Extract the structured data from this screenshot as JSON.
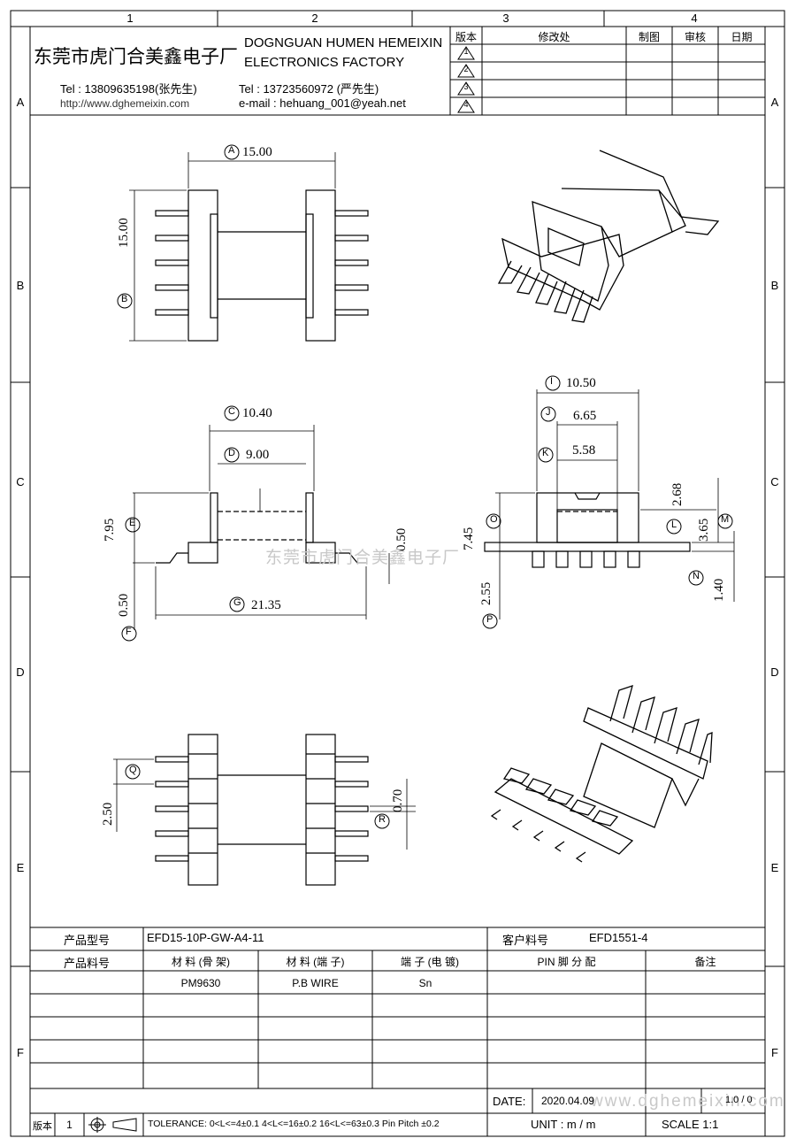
{
  "frame": {
    "columns": [
      "1",
      "2",
      "3",
      "4"
    ],
    "rows": [
      "A",
      "B",
      "C",
      "D",
      "E",
      "F"
    ]
  },
  "company": {
    "name_cn": "东莞市虎门合美鑫电子厂",
    "name_en_line1": "DOGNGUAN HUMEN HEMEIXIN",
    "name_en_line2": "ELECTRONICS FACTORY",
    "tel1": "Tel : 13809635198(张先生)",
    "url": "http://www.dghemeixin.com",
    "tel2": "Tel : 13723560972 (严先生)",
    "email": "e-mail : hehuang_001@yeah.net"
  },
  "revision_table": {
    "headers": [
      "版本",
      "修改处",
      "制图",
      "审核",
      "日期"
    ],
    "rows": [
      "1",
      "2",
      "3",
      "4"
    ]
  },
  "watermark": "东莞市虎门合美鑫电子厂",
  "watermark_url": "www.dghemeixin.com",
  "dimensions": {
    "A": "15.00",
    "B": "15.00",
    "C": "10.40",
    "D": "9.00",
    "E": "7.95",
    "F": "0.50",
    "G": "21.35",
    "F2": "0.50",
    "I": "10.50",
    "J": "6.65",
    "K": "5.58",
    "L": "3.65",
    "M": "2.68",
    "N": "1.40",
    "O": "7.45",
    "P": "2.55",
    "Q": "2.50",
    "R": "0.70"
  },
  "labels": [
    "A",
    "B",
    "C",
    "D",
    "E",
    "F",
    "G",
    "I",
    "J",
    "K",
    "L",
    "M",
    "N",
    "O",
    "P",
    "Q",
    "R"
  ],
  "title_block": {
    "product_model_label": "产品型号",
    "product_model": "EFD15-10P-GW-A4-11",
    "customer_part_label": "客户料号",
    "customer_part": "EFD1551-4",
    "product_part_label": "产品料号",
    "col_material_bobbin": "材 料 (骨 架)",
    "col_material_pin": "材 料 (端 子)",
    "col_plating": "端 子 (电 镀)",
    "col_pin": "PIN 脚 分 配",
    "col_remark": "备注",
    "material_bobbin": "PM9630",
    "material_pin": "P.B WIRE",
    "plating": "Sn",
    "date_label": "DATE:",
    "date": "2020.04.09",
    "version_label": "版本",
    "version": "1",
    "tolerance": "TOLERANCE:  0<L<=4±0.1  4<L<=16±0.2  16<L<=63±0.3  Pin Pitch  ±0.2",
    "unit": "UNIT  :  m / m",
    "scale": "SCALE   1:1",
    "page": "1.0 / 0"
  }
}
